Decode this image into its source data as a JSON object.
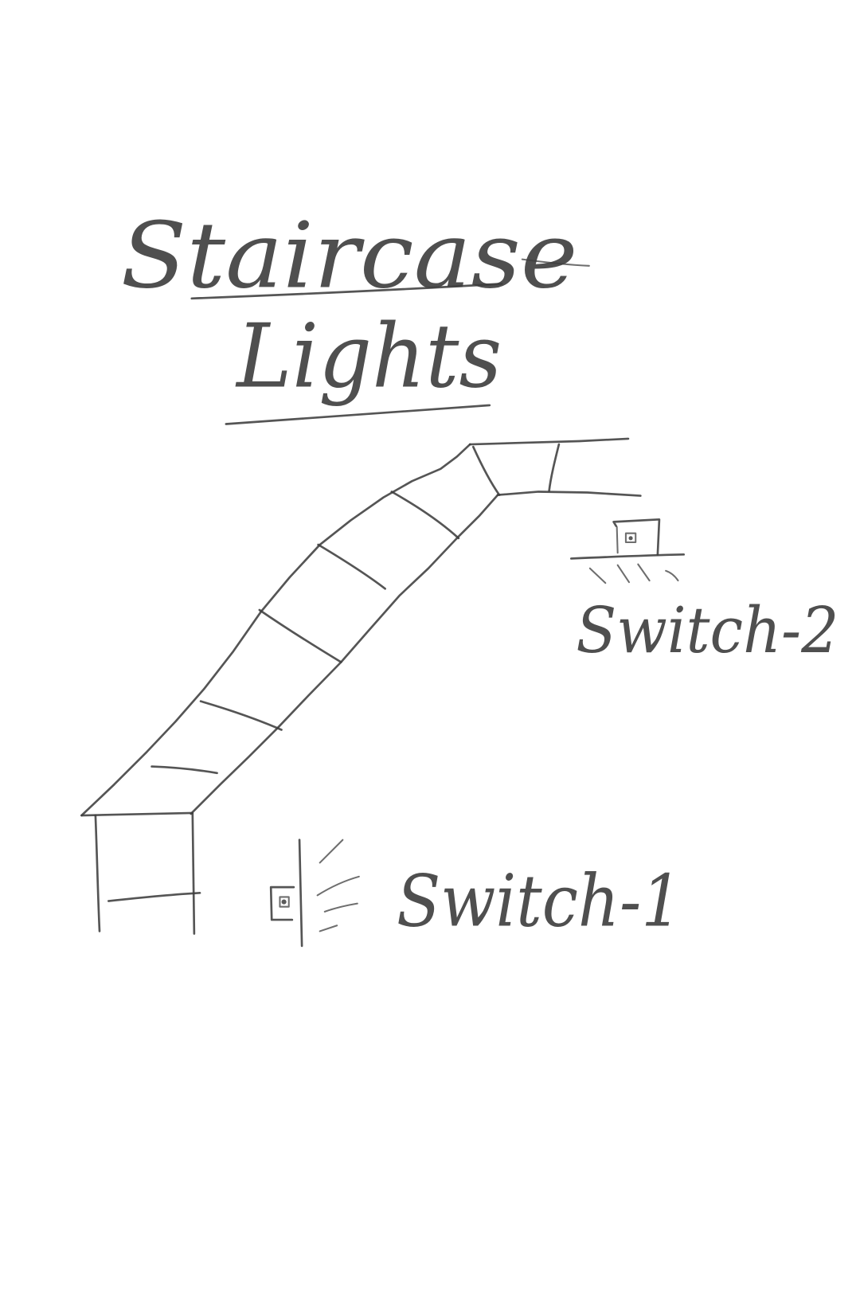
{
  "title": {
    "line1": "Staircase",
    "line2": "Lights"
  },
  "labels": {
    "switch_2": "Switch-2",
    "switch_1": "Switch-1"
  },
  "icons": {
    "switch_2": "wall-switch-icon",
    "switch_1": "wall-switch-icon"
  },
  "colors": {
    "paper": "#ffffff",
    "pencil": "#3d3d3d"
  }
}
